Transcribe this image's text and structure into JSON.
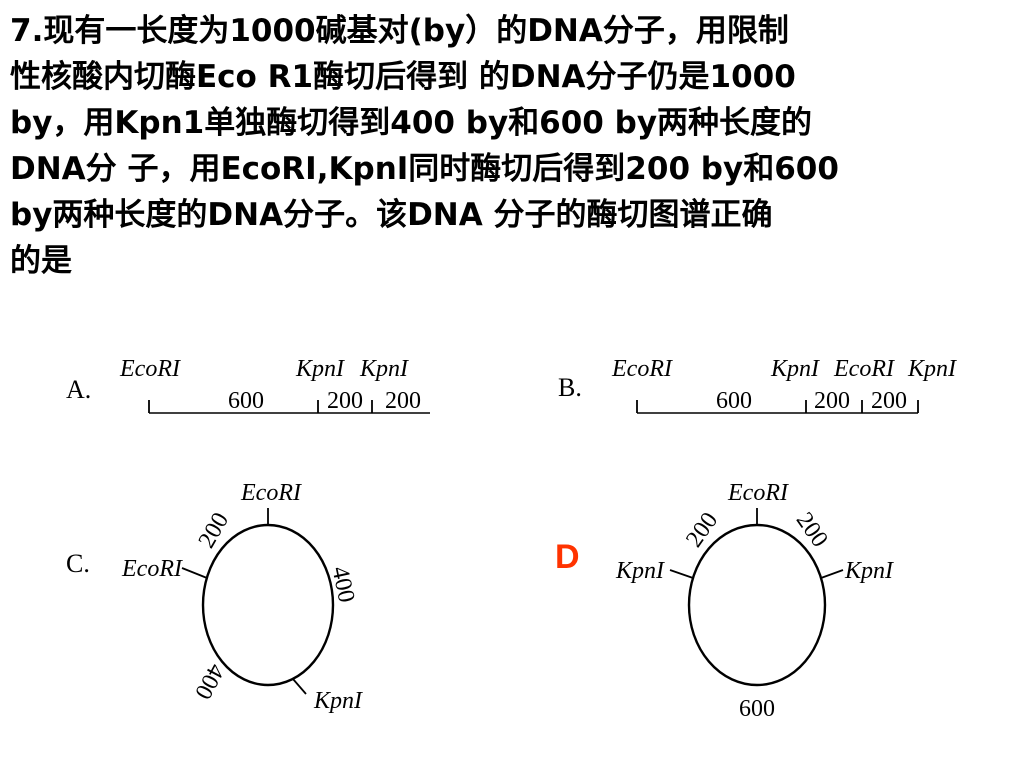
{
  "question": {
    "lines": [
      "7.现有一长度为1000碱基对(by）的DNA分子，用限制",
      "性核酸内切酶Eco R1酶切后得到  的DNA分子仍是1000",
      "by，用Kpn1单独酶切得到400 by和600 by两种长度的",
      "DNA分 子，用EcoRI,KpnI同时酶切后得到200 by和600",
      "by两种长度的DNA分子。该DNA 分子的酶切图谱正确",
      "的是"
    ]
  },
  "options": {
    "A": {
      "letter": "A.",
      "site_ecori": "EcoRI",
      "site_kpn1": "KpnI",
      "site_kpn2": "KpnI",
      "seg1": "600",
      "seg2": "200",
      "seg3": "200"
    },
    "B": {
      "letter": "B.",
      "site_ecori": "EcoRI",
      "site_kpn1": "KpnI",
      "site_ecori2": "EcoRI",
      "site_kpn2": "KpnI",
      "seg1": "600",
      "seg2": "200",
      "seg3": "200"
    },
    "C": {
      "letter": "C.",
      "site_top": "EcoRI",
      "site_left": "EcoRI",
      "site_bottom": "KpnI",
      "arc_top_left": "200",
      "arc_right": "400",
      "arc_bottom_left": "400"
    },
    "D": {
      "site_top": "EcoRI",
      "site_left": "KpnI",
      "site_right": "KpnI",
      "arc_top_left": "200",
      "arc_top_right": "200",
      "arc_bottom": "600"
    }
  },
  "answer": {
    "label": "D"
  },
  "colors": {
    "answer": "#ff3300",
    "text": "#000000"
  }
}
